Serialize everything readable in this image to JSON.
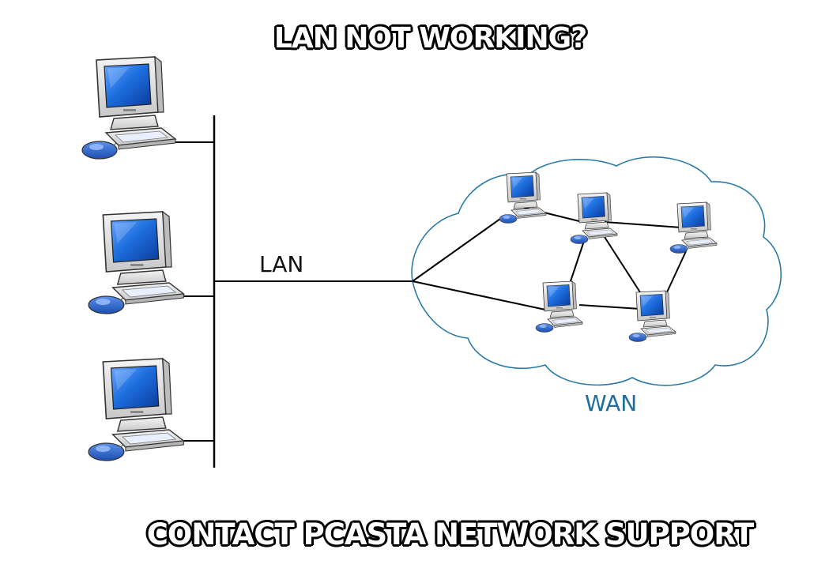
{
  "title": "LAN NOT WORKING?",
  "footer": "CONTACT PCASTA NETWORK SUPPORT",
  "lan_label": "LAN",
  "wan_label": "WAN",
  "colors": {
    "background": "#ffffff",
    "line": "#000000",
    "cloud_stroke": "#2a7aa8",
    "wan_text": "#1f6e9e",
    "screen": "#1e6fe0",
    "banner_text": "#ffffff",
    "banner_outline": "#000000"
  },
  "lan_computers": [
    "computer-icon",
    "computer-icon",
    "computer-icon"
  ],
  "wan_computers": [
    "computer-icon",
    "computer-icon",
    "computer-icon",
    "computer-icon",
    "computer-icon"
  ]
}
